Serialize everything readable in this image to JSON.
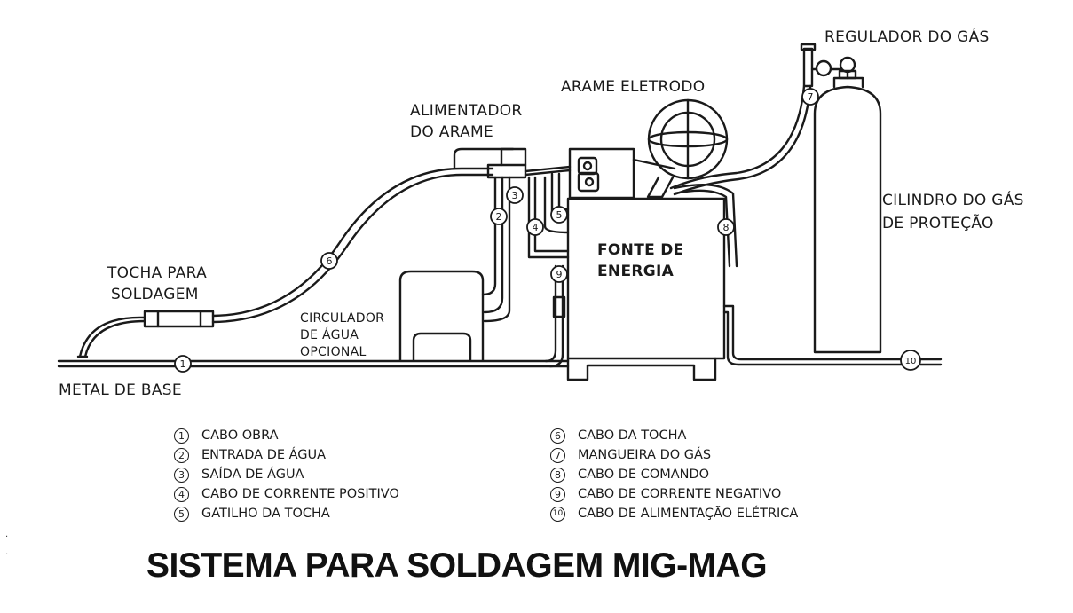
{
  "labels": {
    "regulador": "REGULADOR DO GÁS",
    "arame": "ARAME ELETRODO",
    "alimentador_1": "ALIMENTADOR",
    "alimentador_2": "DO ARAME",
    "cilindro_1": "CILINDRO DO GÁS",
    "cilindro_2": "DE PROTEÇÃO",
    "fonte_1": "FONTE DE",
    "fonte_2": "ENERGIA",
    "tocha_1": "TOCHA PARA",
    "tocha_2": "SOLDAGEM",
    "circulador_1": "CIRCULADOR",
    "circulador_2": "DE ÁGUA",
    "circulador_3": "OPCIONAL",
    "metal": "METAL DE BASE"
  },
  "markers": [
    "1",
    "2",
    "3",
    "4",
    "5",
    "6",
    "7",
    "8",
    "9",
    "10"
  ],
  "legend_left": [
    {
      "num": "1",
      "text": "CABO OBRA"
    },
    {
      "num": "2",
      "text": "ENTRADA DE ÁGUA"
    },
    {
      "num": "3",
      "text": "SAÍDA DE ÁGUA"
    },
    {
      "num": "4",
      "text": "CABO DE CORRENTE POSITIVO"
    },
    {
      "num": "5",
      "text": "GATILHO DA TOCHA"
    }
  ],
  "legend_right": [
    {
      "num": "6",
      "text": "CABO DA TOCHA"
    },
    {
      "num": "7",
      "text": "MANGUEIRA DO GÁS"
    },
    {
      "num": "8",
      "text": "CABO DE COMANDO"
    },
    {
      "num": "9",
      "text": "CABO DE CORRENTE NEGATIVO"
    },
    {
      "num": "10",
      "text": "CABO DE ALIMENTAÇÃO ELÉTRICA"
    }
  ],
  "title": "SISTEMA PARA SOLDAGEM MIG-MAG"
}
